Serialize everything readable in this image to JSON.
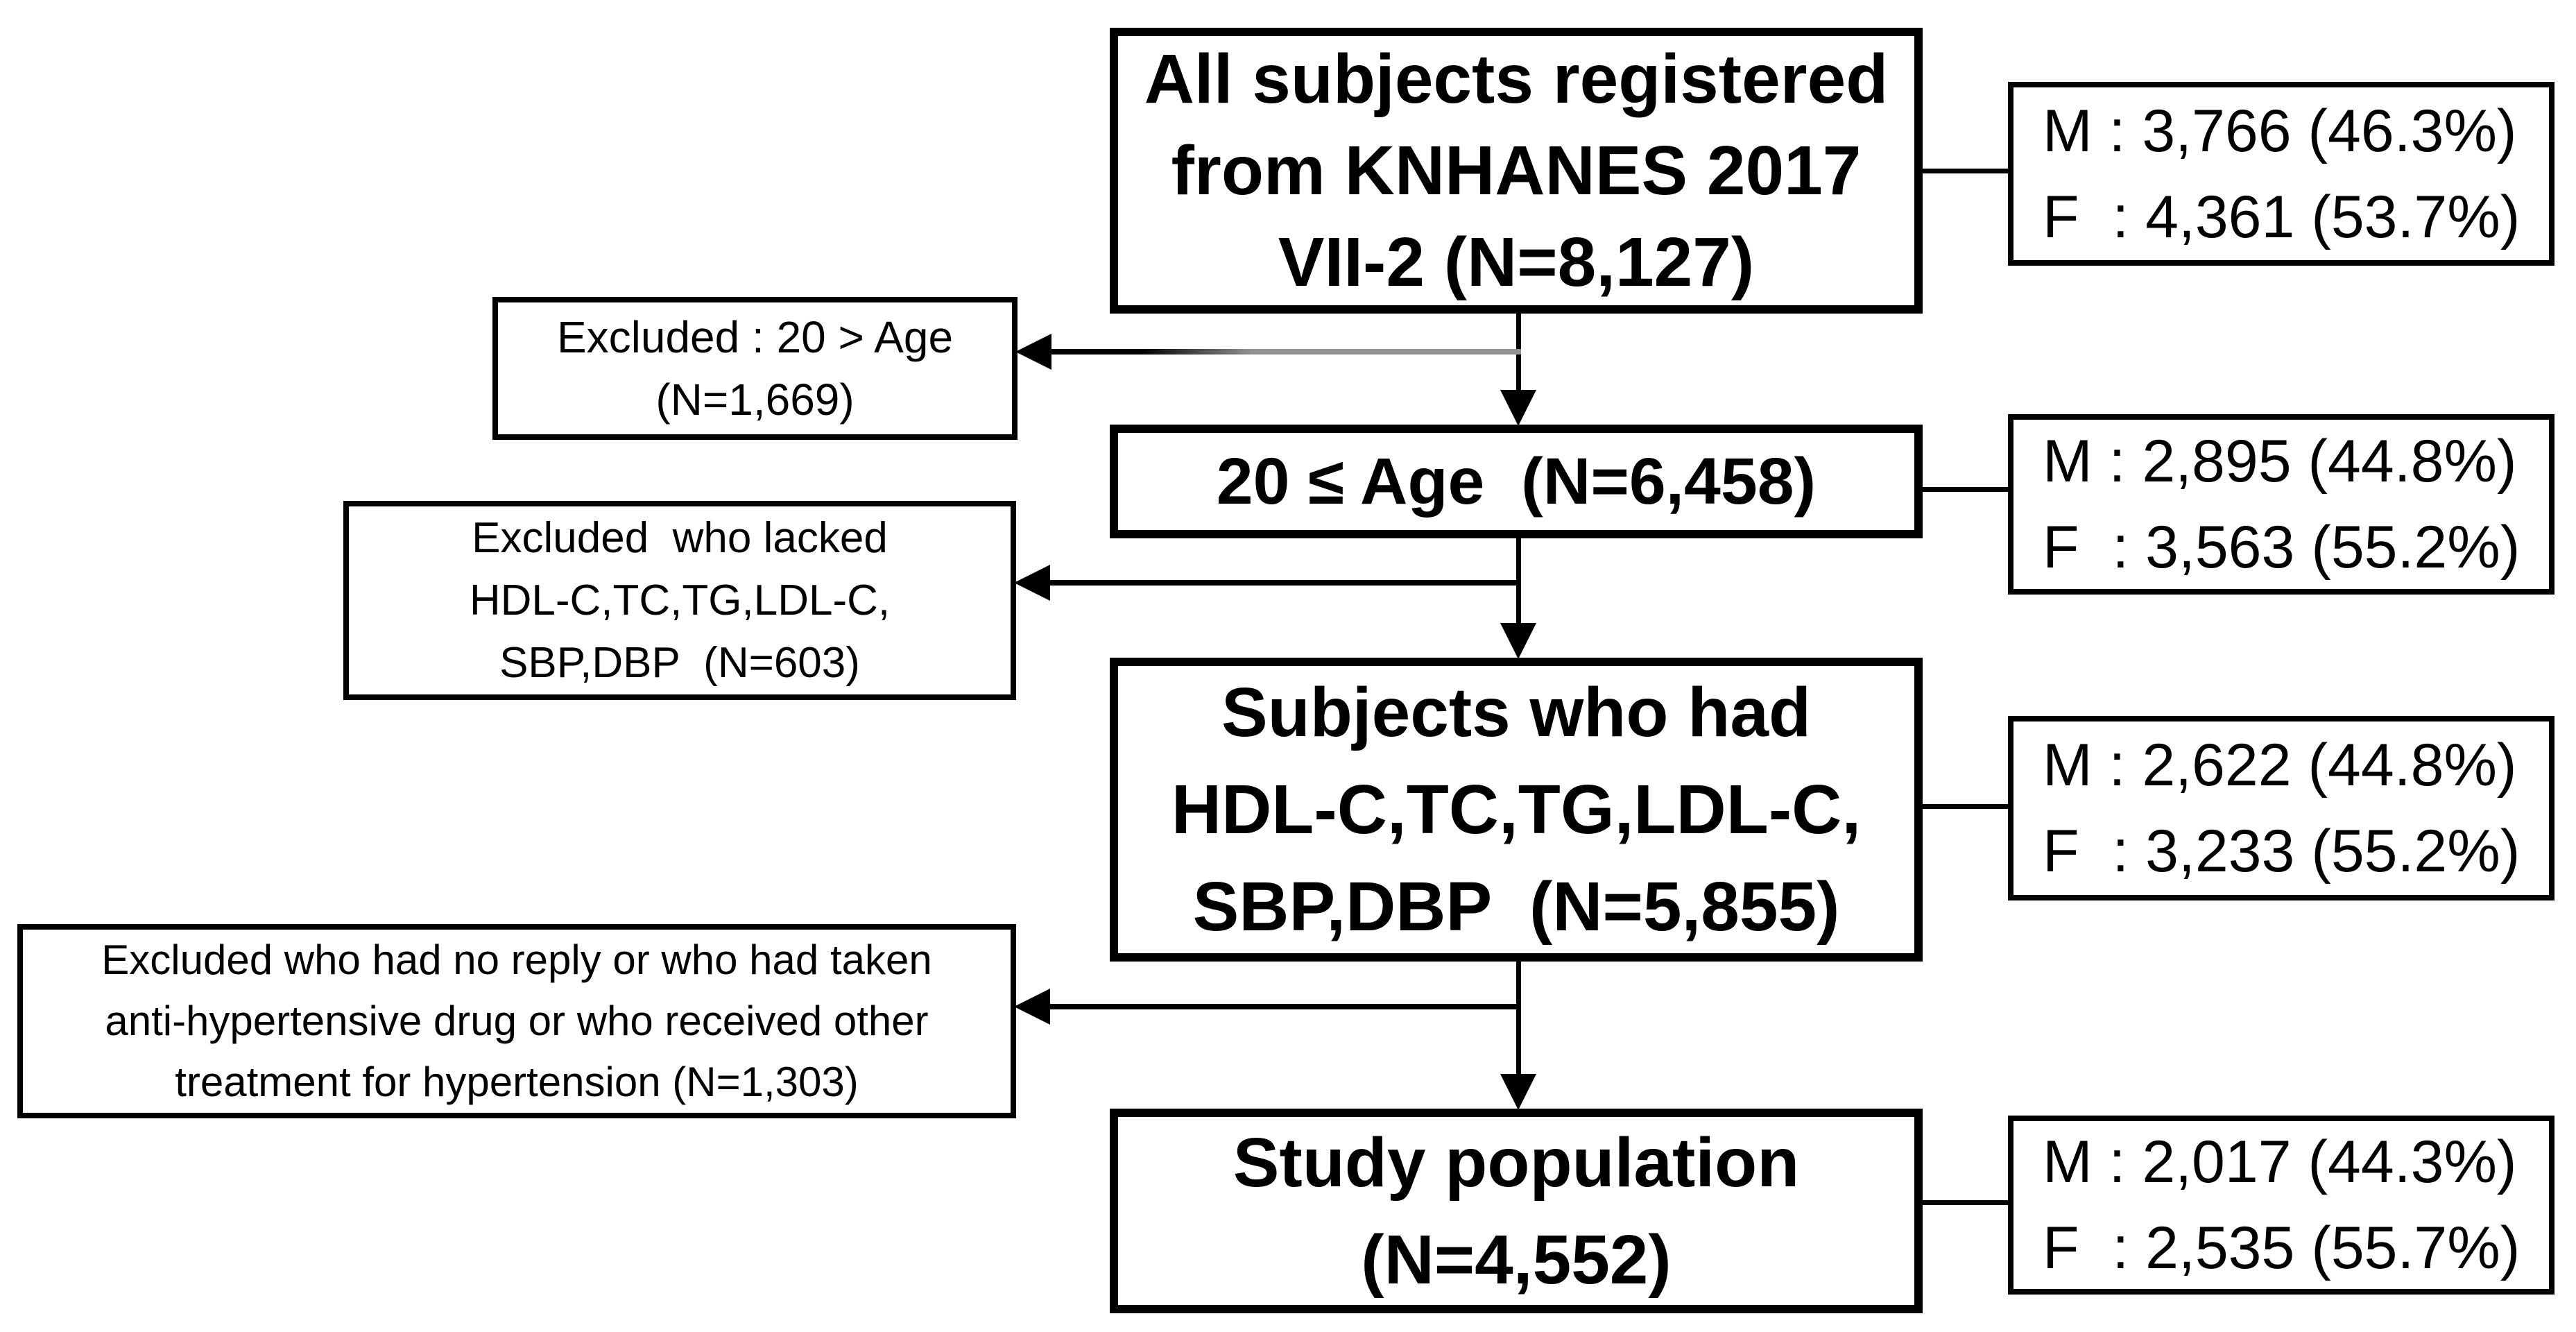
{
  "colors": {
    "ink": "#000000",
    "background": "#ffffff",
    "faded_connector": "#8f9396"
  },
  "flow": {
    "steps": [
      {
        "label_lines": [
          "All subjects registered",
          "from KNHANES 2017",
          "VII-2 (N=8,127)"
        ],
        "n": "8,127",
        "sex_split": {
          "male": "M : 3,766 (46.3%)",
          "female": "F  : 4,361 (53.7%)"
        }
      },
      {
        "label_lines": [
          "20 ≤ Age  (N=6,458)"
        ],
        "n": "6,458",
        "sex_split": {
          "male": "M : 2,895 (44.8%)",
          "female": "F  : 3,563 (55.2%)"
        }
      },
      {
        "label_lines": [
          "Subjects who had",
          "HDL-C,TC,TG,LDL-C,",
          "SBP,DBP  (N=5,855)"
        ],
        "n": "5,855",
        "sex_split": {
          "male": "M : 2,622 (44.8%)",
          "female": "F  : 3,233 (55.2%)"
        }
      },
      {
        "label_lines": [
          "Study population",
          "(N=4,552)"
        ],
        "n": "4,552",
        "sex_split": {
          "male": "M : 2,017 (44.3%)",
          "female": "F  : 2,535 (55.7%)"
        }
      }
    ],
    "exclusions": [
      {
        "label_lines": [
          "Excluded : 20 > Age",
          "(N=1,669)"
        ],
        "n": "1,669"
      },
      {
        "label_lines": [
          "Excluded  who lacked",
          "HDL-C,TC,TG,LDL-C,",
          "SBP,DBP  (N=603)"
        ],
        "n": "603"
      },
      {
        "label_lines": [
          "Excluded who had no reply or who had taken",
          "anti-hypertensive drug or who received other",
          "treatment for hypertension (N=1,303)"
        ],
        "n": "1,303"
      }
    ]
  }
}
